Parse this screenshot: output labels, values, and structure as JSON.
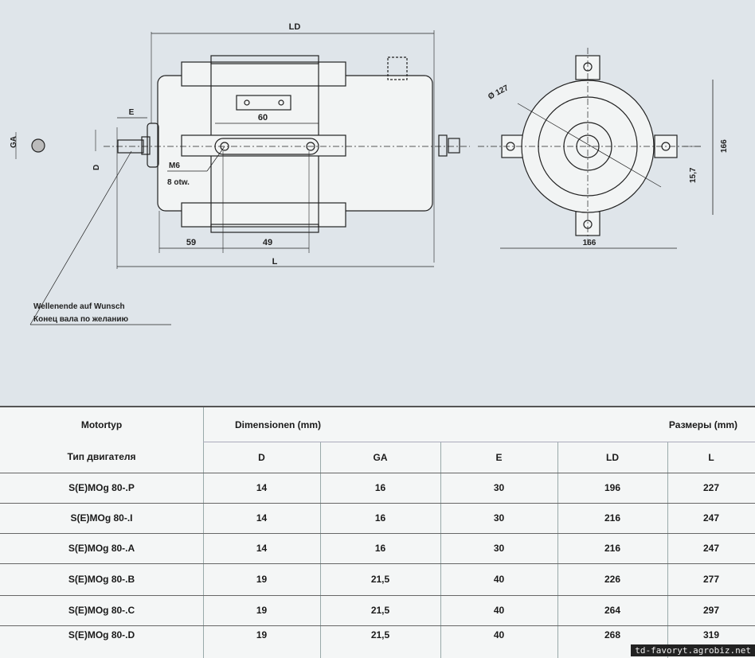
{
  "drawing": {
    "labels": {
      "ld": "LD",
      "l": "L",
      "e": "E",
      "d": "D",
      "ga": "GA",
      "dim60": "60",
      "dim59": "59",
      "dim49": "49",
      "m6": "M6",
      "holes": "8 otw.",
      "diameter": "Ø 127",
      "h166": "166",
      "w166": "166",
      "dim15_7": "15,7"
    },
    "note_de": "Wellenende auf Wunsch",
    "note_ru": "Конец вала по желанию"
  },
  "table": {
    "motortyp": "Motortyp",
    "motortyp_ru": "Тип двигателя",
    "dimensions_de": "Dimensionen (mm)",
    "dimensions_ru": "Размеры (mm)",
    "columns": [
      "D",
      "GA",
      "E",
      "LD",
      "L"
    ],
    "rows": [
      {
        "type": "S(E)MOg 80-.P",
        "values": [
          "14",
          "16",
          "30",
          "196",
          "227"
        ]
      },
      {
        "type": "S(E)MOg 80-.I",
        "values": [
          "14",
          "16",
          "30",
          "216",
          "247"
        ]
      },
      {
        "type": "S(E)MOg 80-.A",
        "values": [
          "14",
          "16",
          "30",
          "216",
          "247"
        ]
      },
      {
        "type": "S(E)MOg 80-.B",
        "values": [
          "19",
          "21,5",
          "40",
          "226",
          "277"
        ]
      },
      {
        "type": "S(E)MOg 80-.C",
        "values": [
          "19",
          "21,5",
          "40",
          "264",
          "297"
        ]
      },
      {
        "type": "S(E)MOg 80-.D",
        "values": [
          "19",
          "21,5",
          "40",
          "268",
          "319"
        ]
      }
    ]
  },
  "watermark": "td-favoryt.agrobiz.net"
}
